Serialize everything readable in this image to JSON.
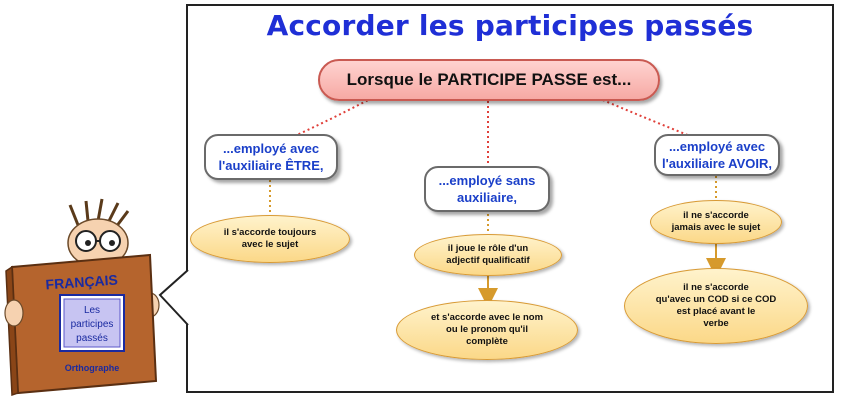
{
  "title": "Accorder les participes passés",
  "root": {
    "label": "Lorsque le PARTICIPE PASSE est..."
  },
  "branches": [
    {
      "label_line1": "...employé avec",
      "label_line2": "l'auxiliaire ÊTRE,",
      "rules": [
        {
          "line1": "il s'accorde toujours",
          "line2": "avec le sujet",
          "line3": ""
        }
      ]
    },
    {
      "label_line1": "...employé sans",
      "label_line2": "auxiliaire,",
      "rules": [
        {
          "line1": "il joue le rôle d'un",
          "line2": "adjectif qualificatif",
          "line3": ""
        },
        {
          "line1": "et s'accorde avec le nom",
          "line2": "ou le pronom qu'il",
          "line3": "complète"
        }
      ]
    },
    {
      "label_line1": "...employé avec",
      "label_line2": "l'auxiliaire AVOIR,",
      "rules": [
        {
          "line1": "il ne s'accorde",
          "line2": "jamais avec le sujet",
          "line3": ""
        },
        {
          "line1": "il ne s'accorde",
          "line2": "qu'avec un COD si ce COD",
          "line3": "est placé avant le",
          "line4": "verbe"
        }
      ]
    }
  ],
  "book": {
    "title": "FRANÇAIS",
    "label_line1": "Les",
    "label_line2": "participes",
    "label_line3": "passés",
    "subtitle": "Orthographe"
  },
  "colors": {
    "title": "#1f2fd6",
    "root_fill": "#f6a9a4",
    "leaf_fill": "#fbd888",
    "book_cover": "#b5642d"
  }
}
